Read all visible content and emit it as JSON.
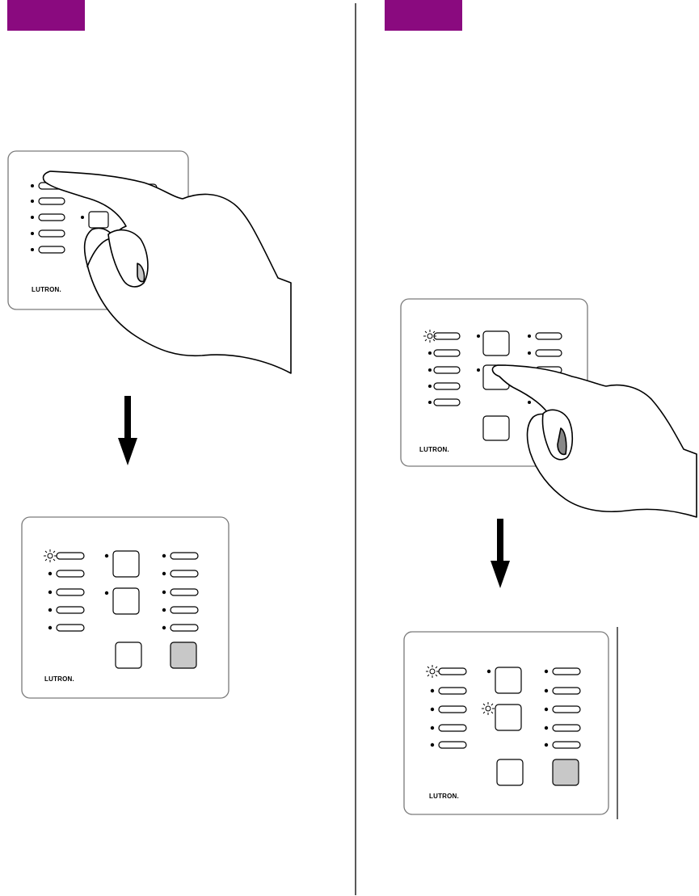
{
  "colors": {
    "tab": "#8a0a7f",
    "outline": "#000000",
    "button_filled": "#c8c8c8",
    "panel_border": "#7a7a7a"
  },
  "brand": {
    "logo_text": "LUTRON."
  },
  "steps": {
    "left_before": {
      "pressed_led_index": 0,
      "active_led": "none"
    },
    "left_after": {
      "active_led": "left-column-top",
      "lit_button": "bottom-right"
    },
    "right_before": {
      "active_led": "left-column-top",
      "pressed_button": "middle-center"
    },
    "right_after": {
      "active_led": [
        "left-column-top",
        "middle-center"
      ],
      "lit_button": "bottom-right"
    }
  },
  "icons": {
    "arrow": "down-arrow-icon",
    "hand": "pointing-hand-icon",
    "led_active": "starburst-led-icon"
  }
}
